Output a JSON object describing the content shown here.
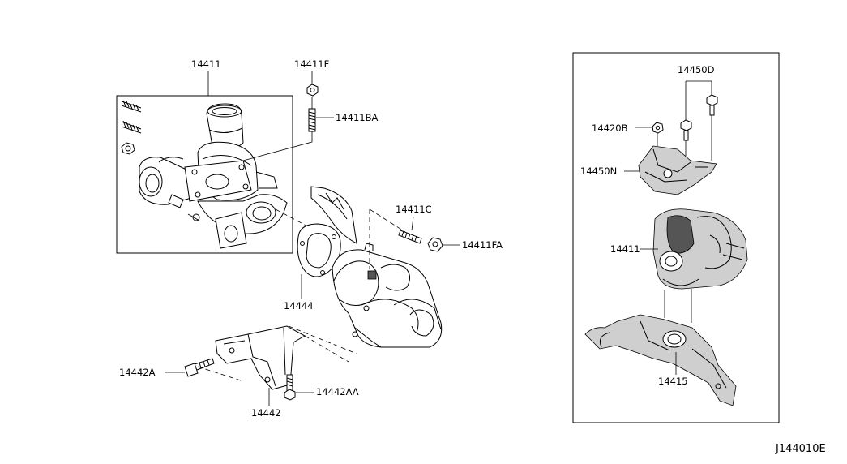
{
  "diagram_ref": "J144010E",
  "callouts": {
    "p14411_top": "14411",
    "p14411F": "14411F",
    "p14411BA": "14411BA",
    "p14411C": "14411C",
    "p14411FA": "14411FA",
    "p14444": "14444",
    "p14442A": "14442A",
    "p14442AA": "14442AA",
    "p14442": "14442",
    "p14450D": "14450D",
    "p14420B": "14420B",
    "p14450N": "14450N",
    "p14411_right": "14411",
    "p14415": "14415"
  }
}
